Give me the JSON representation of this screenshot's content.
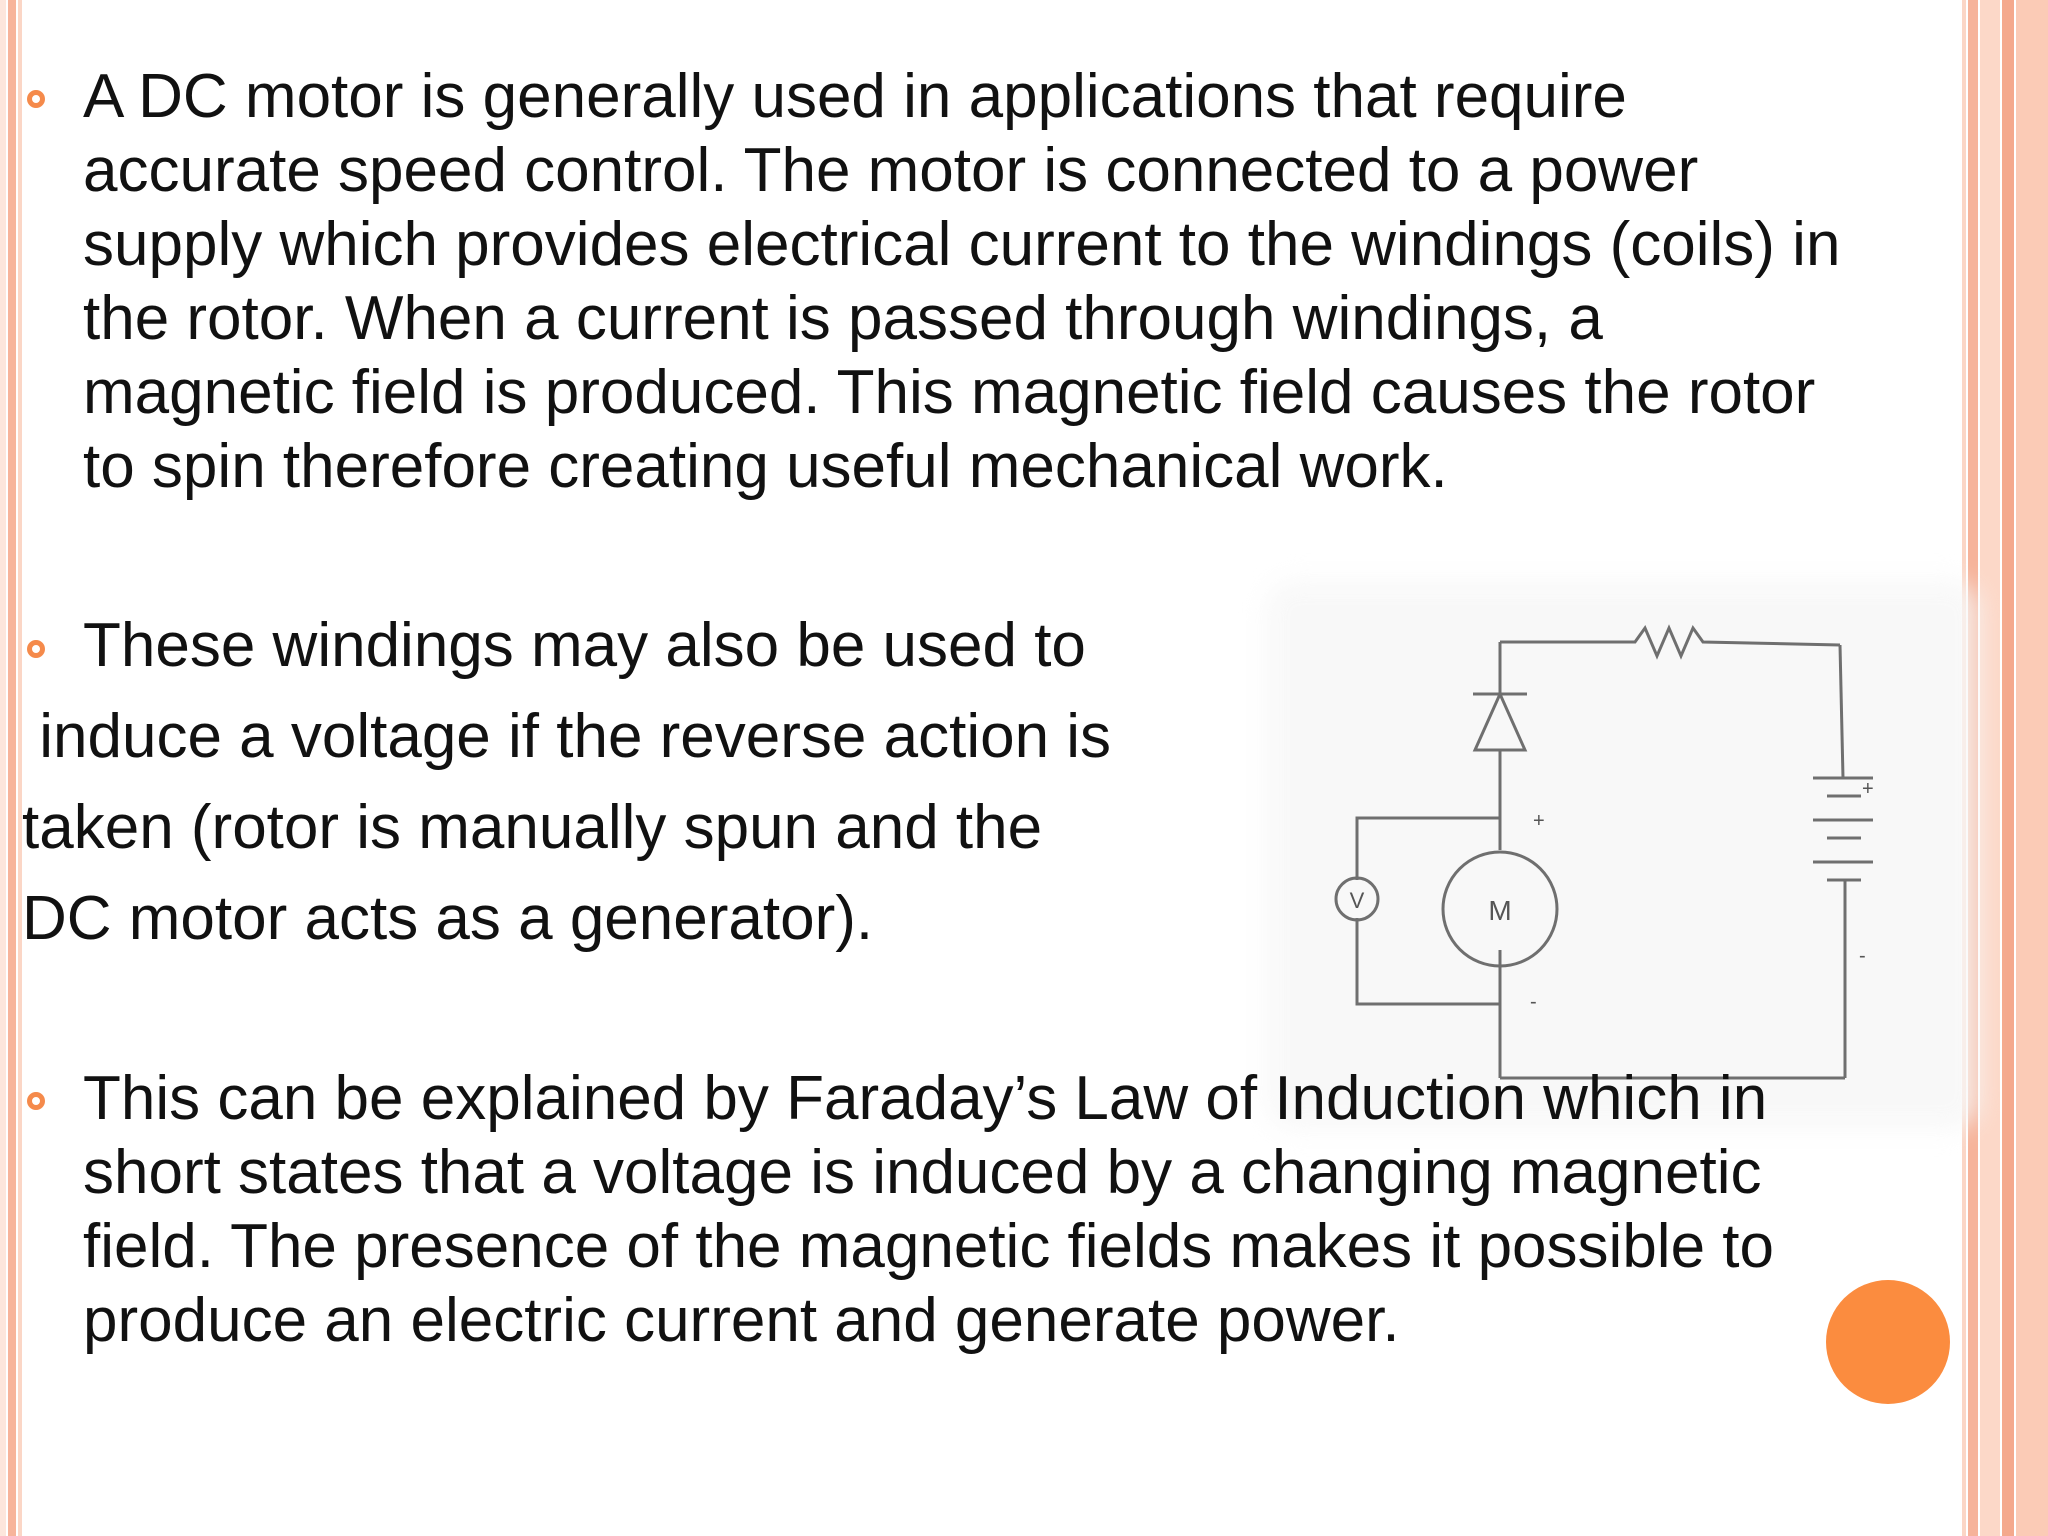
{
  "slide": {
    "bullets": [
      {
        "lines": [
          "A DC motor is generally used in applications that require",
          "accurate speed control. The motor is connected to a power",
          "supply which provides electrical current to the windings (coils) in",
          "the rotor. When a current is passed through windings, a",
          "magnetic field is produced. This magnetic field causes the rotor",
          "to spin therefore creating useful mechanical work."
        ]
      },
      {
        "lines": [
          "These windings may also be used to",
          " induce a voltage if the reverse action is",
          "taken (rotor is manually spun and the",
          "DC motor acts as a generator)."
        ]
      },
      {
        "lines": [
          "This can be explained by Faraday’s Law of Induction which in",
          "short states that a voltage is induced by a changing magnetic",
          "field. The presence of the magnetic fields makes it possible to",
          "produce an electric current and generate power."
        ]
      }
    ],
    "circuit": {
      "voltmeter_label": "V",
      "motor_label": "M",
      "plus_sign": "+",
      "minus_sign": "-"
    },
    "colors": {
      "accent": "#f58a4b",
      "stripe_light": "#fbd9cb",
      "stripe_mid": "#f7b79c",
      "dot": "#fb8c3f"
    }
  }
}
